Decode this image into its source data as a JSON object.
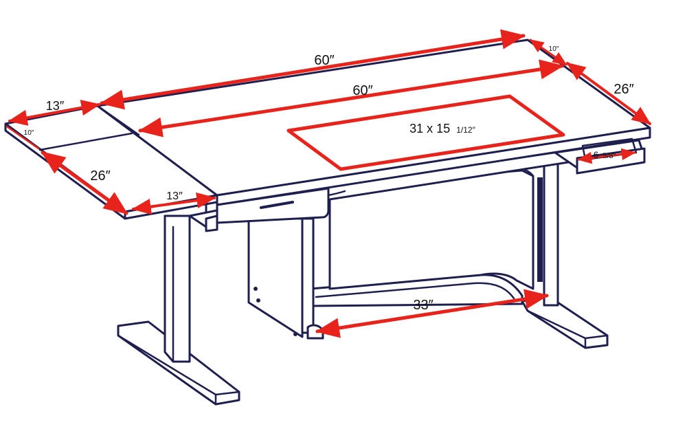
{
  "colors": {
    "outline": "#1e1f4f",
    "dimension_line": "#e8231c",
    "text": "#111111",
    "background": "#ffffff"
  },
  "dimensions": {
    "top_length": "60″",
    "inner_length": "60″",
    "depth": "26″",
    "right_margin": "10″",
    "wing_width_top": "13″",
    "wing_margin": "10″",
    "wing_depth": "26″",
    "wing_width_bottom": "13″",
    "cutout_main": "31 x 15",
    "cutout_frac": "1/12″",
    "shelf_height_main": "6",
    "shelf_height_frac": "5/8″",
    "leg_clearance": "33″"
  }
}
